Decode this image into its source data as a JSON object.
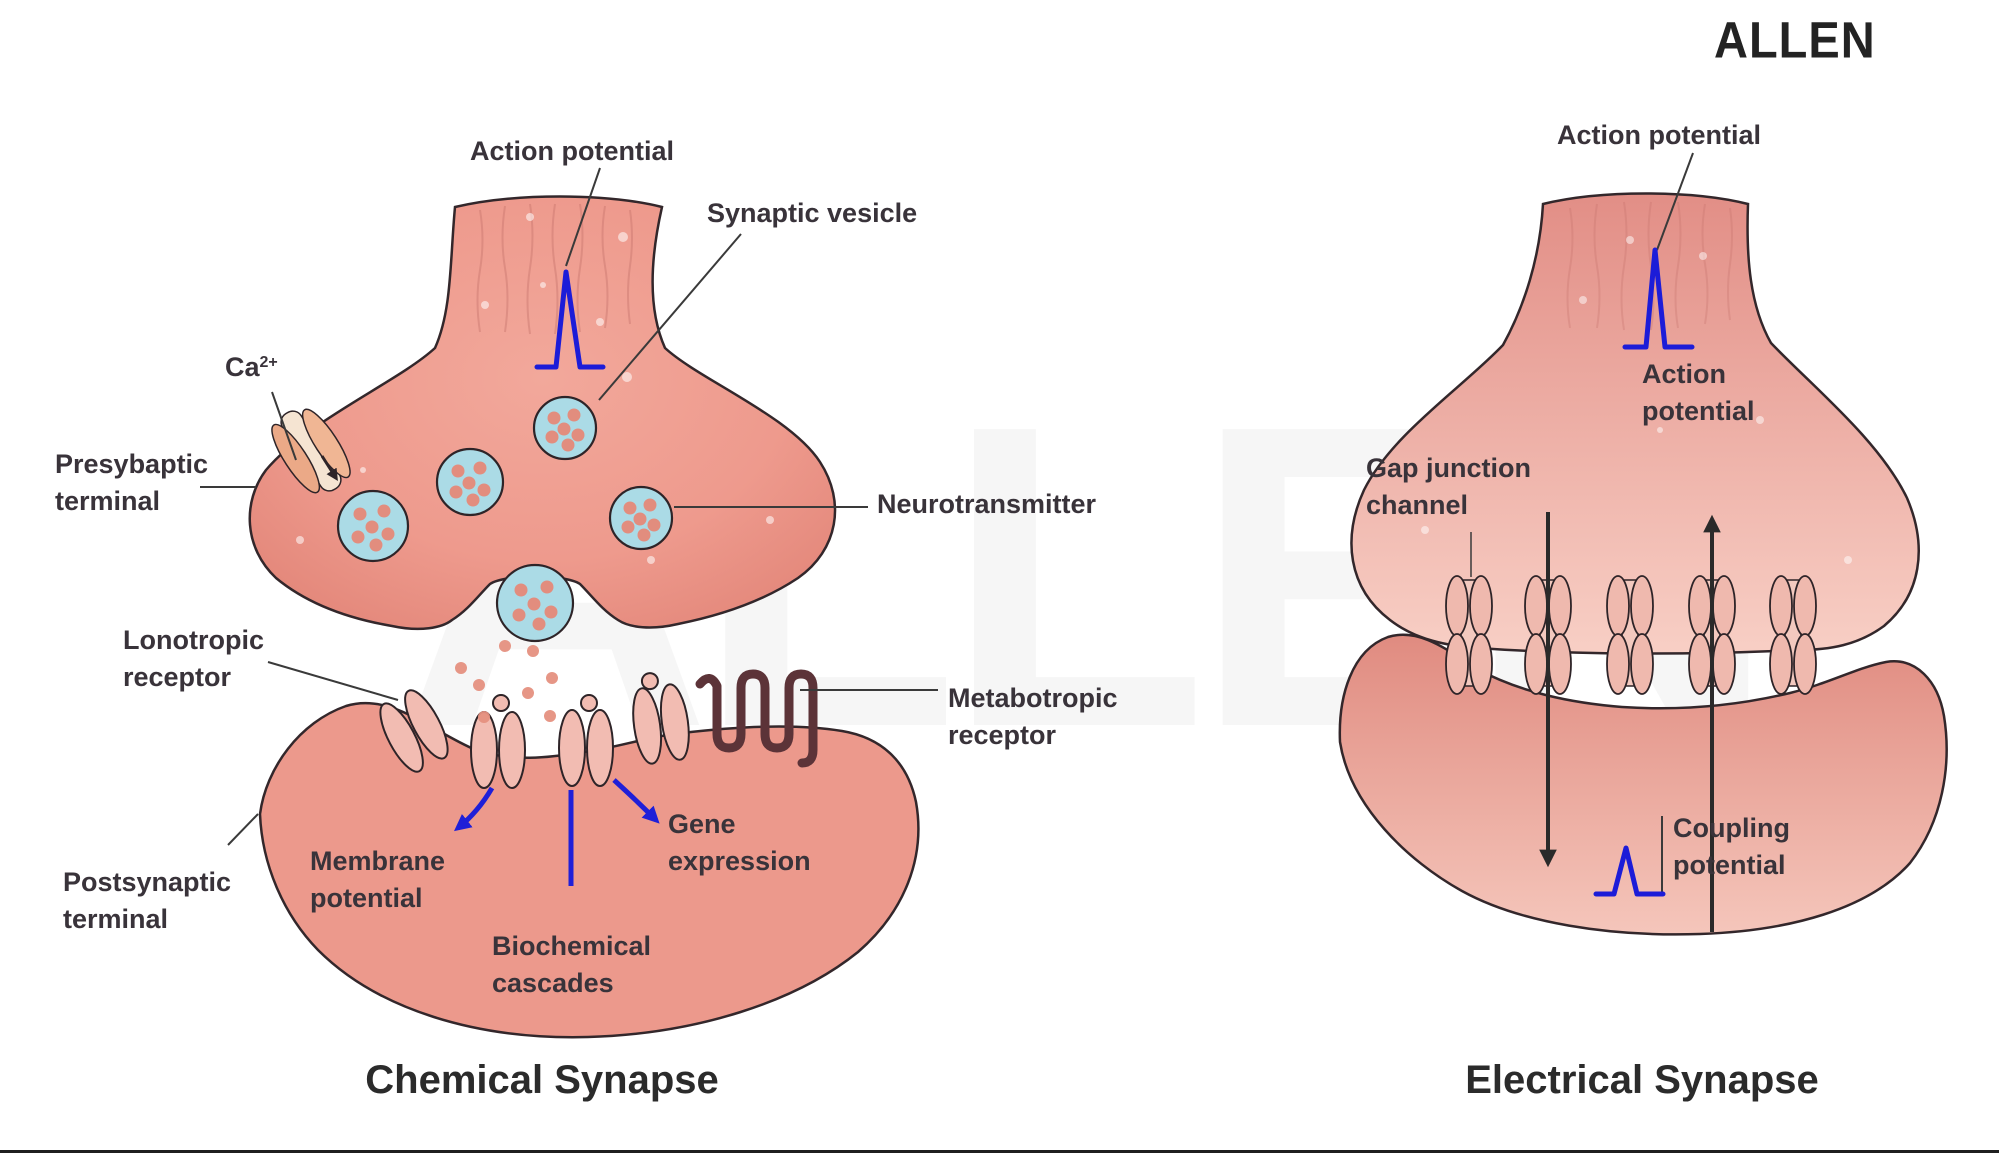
{
  "logo": "ALLEN",
  "watermark": "ALLEN",
  "chemical": {
    "title": "Chemical Synapse",
    "action_potential": "Action potential",
    "synaptic_vesicle": "Synaptic vesicle",
    "ca_base": "Ca",
    "ca_sup": "2+",
    "presynaptic_l1": "Presybaptic",
    "presynaptic_l2": "terminal",
    "ionotropic_l1": "Lonotropic",
    "ionotropic_l2": "receptor",
    "neurotransmitter": "Neurotransmitter",
    "metabotropic_l1": "Metabotropic",
    "metabotropic_l2": "receptor",
    "postsynaptic_l1": "Postsynaptic",
    "postsynaptic_l2": "terminal",
    "membrane_l1": "Membrane",
    "membrane_l2": "potential",
    "biochemical_l1": "Biochemical",
    "biochemical_l2": "cascades",
    "gene_l1": "Gene",
    "gene_l2": "expression"
  },
  "electrical": {
    "title": "Electrical Synapse",
    "action_potential_top": "Action potential",
    "action_inner_l1": "Action",
    "action_inner_l2": "potential",
    "gap_junction_l1": "Gap junction",
    "gap_junction_l2": "channel",
    "coupling_l1": "Coupling",
    "coupling_l2": "potential"
  },
  "colors": {
    "terminal_salmon": "#EB9186",
    "terminal_light_pink": "#F8CFC5",
    "postsynaptic_salmon": "#EC998C",
    "vesicle_blue": "#ABDBE6",
    "vesicle_dot": "#E28D7E",
    "receptor_pink": "#F2BCB2",
    "gap_channel_pink": "#EFB9AE",
    "calcium_channel_tan": "#EBA987",
    "metabotropic_maroon": "#5C3338",
    "spike_blue": "#1C1CD8",
    "arrow_blue": "#1F1FD8",
    "outline_dark": "#33272B",
    "label_text": "#39333A"
  }
}
